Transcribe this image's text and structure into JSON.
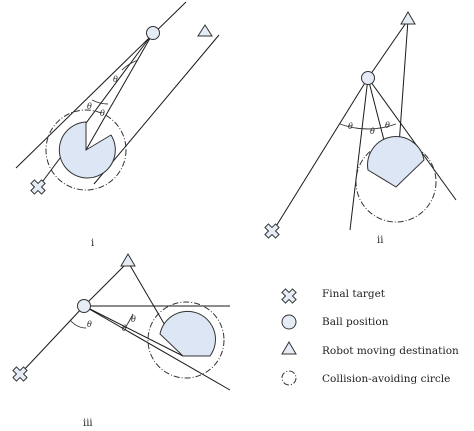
{
  "panels": [
    {
      "caption": "i"
    },
    {
      "caption": "ii"
    },
    {
      "caption": "iii"
    }
  ],
  "angle_symbol": "θ",
  "legend": [
    {
      "label": "Final target",
      "icon": "cross-icon"
    },
    {
      "label": "Ball position",
      "icon": "circle-icon"
    },
    {
      "label": "Robot moving destination",
      "icon": "triangle-icon"
    },
    {
      "label": "Collision-avoiding circle",
      "icon": "dashed-circle-icon"
    }
  ]
}
